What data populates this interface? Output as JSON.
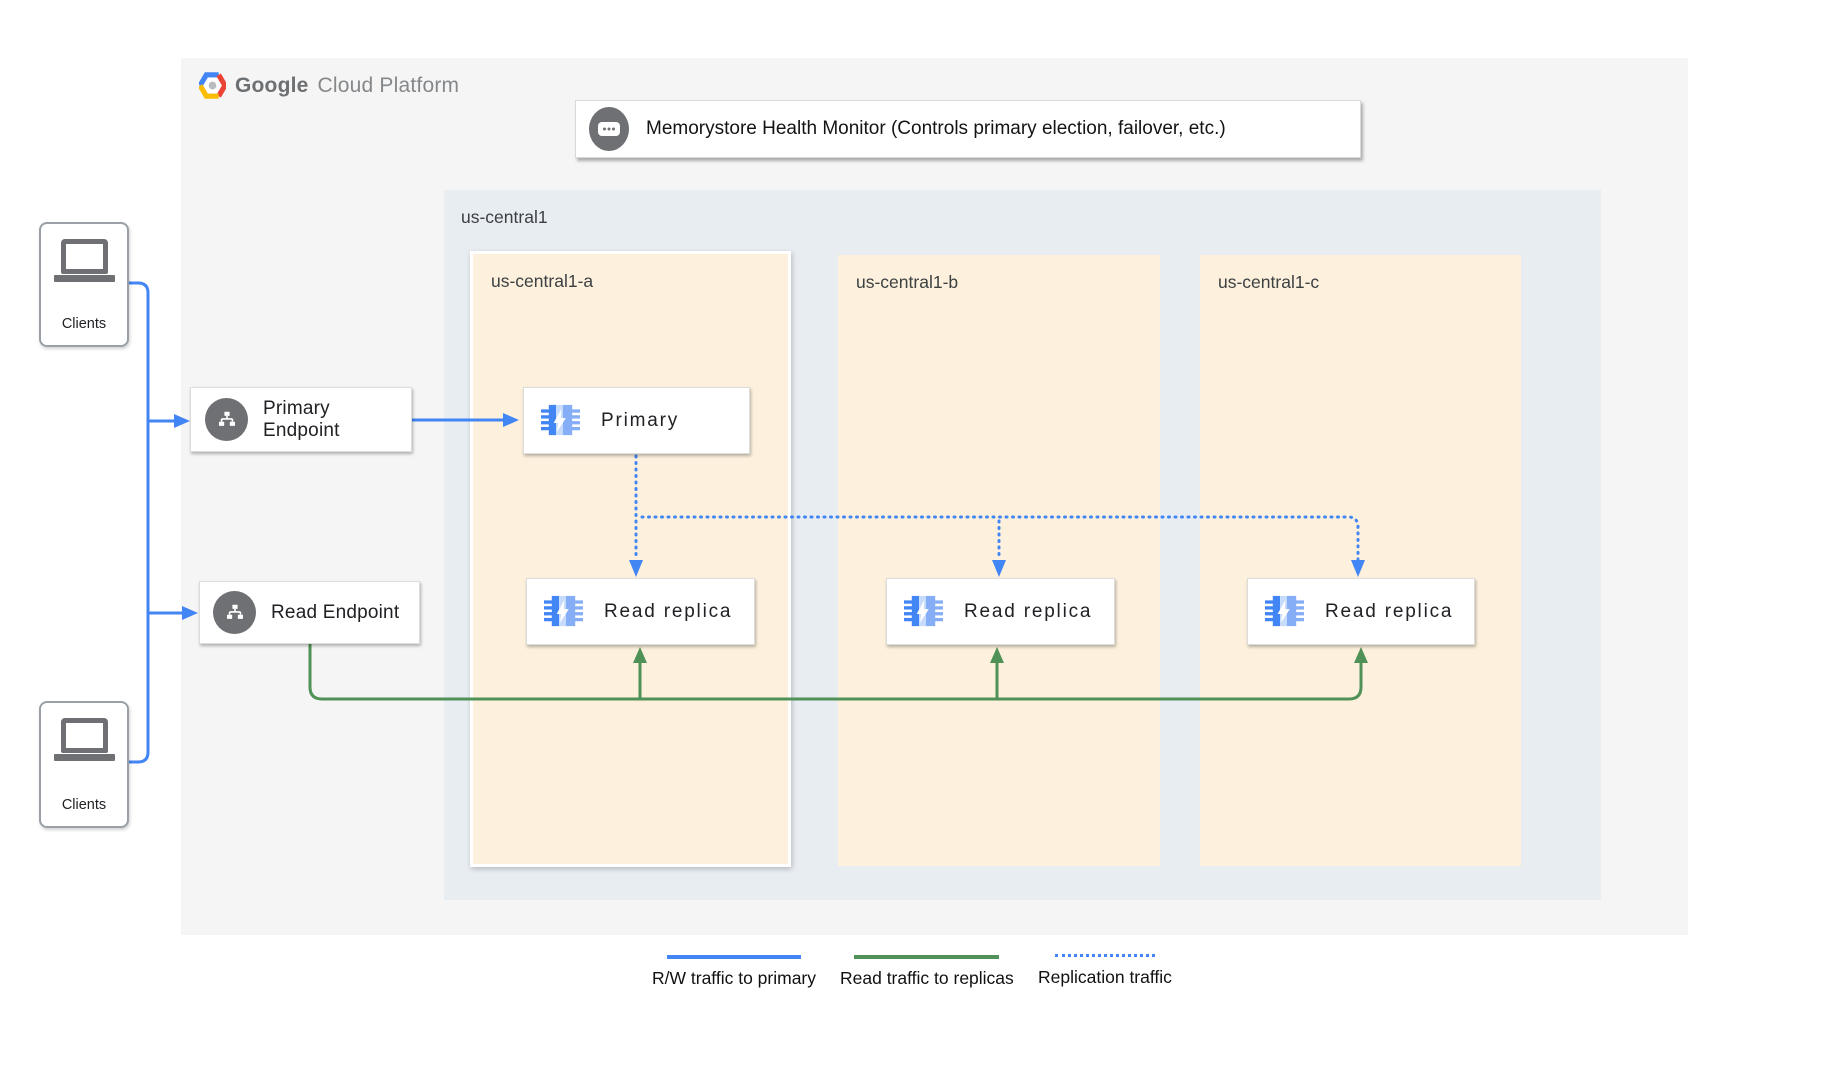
{
  "logo": {
    "brand": "Google",
    "suffix": "Cloud Platform",
    "icon": "gcp-hexagon-icon"
  },
  "monitor": {
    "label": "Memorystore Health Monitor (Controls primary election, failover, etc.)",
    "icon": "chat-dots-icon"
  },
  "region": {
    "label": "us-central1",
    "zones": [
      {
        "label": "us-central1-a"
      },
      {
        "label": "us-central1-b"
      },
      {
        "label": "us-central1-c"
      }
    ]
  },
  "nodes": {
    "primary_endpoint": {
      "label": "Primary Endpoint",
      "icon": "network-endpoint-icon"
    },
    "read_endpoint": {
      "label": "Read Endpoint",
      "icon": "network-endpoint-icon"
    },
    "primary": {
      "label": "Primary",
      "icon": "memorystore-chip-icon"
    },
    "replica_a": {
      "label": "Read replica",
      "icon": "memorystore-chip-icon"
    },
    "replica_b": {
      "label": "Read replica",
      "icon": "memorystore-chip-icon"
    },
    "replica_c": {
      "label": "Read replica",
      "icon": "memorystore-chip-icon"
    }
  },
  "clients": {
    "top": "Clients",
    "bottom": "Clients",
    "icon": "laptop-icon"
  },
  "legend": [
    {
      "label": "R/W traffic to primary",
      "style": "solid",
      "color": "#4285f4"
    },
    {
      "label": "Read traffic to replicas",
      "style": "solid",
      "color": "#4f9156"
    },
    {
      "label": "Replication traffic",
      "style": "dotted",
      "color": "#4285f4"
    }
  ],
  "colors": {
    "rw_traffic": "#4285f4",
    "read_traffic": "#4f9156",
    "replication_traffic": "#4285f4",
    "panel_bg": "#f5f5f5",
    "region_bg": "#e8edf2",
    "zone_bg": "#fdf1dd",
    "icon_gray": "#6e7073",
    "google_blue": "#4285f4",
    "google_red": "#ea4335",
    "google_yellow": "#fbbc05"
  }
}
